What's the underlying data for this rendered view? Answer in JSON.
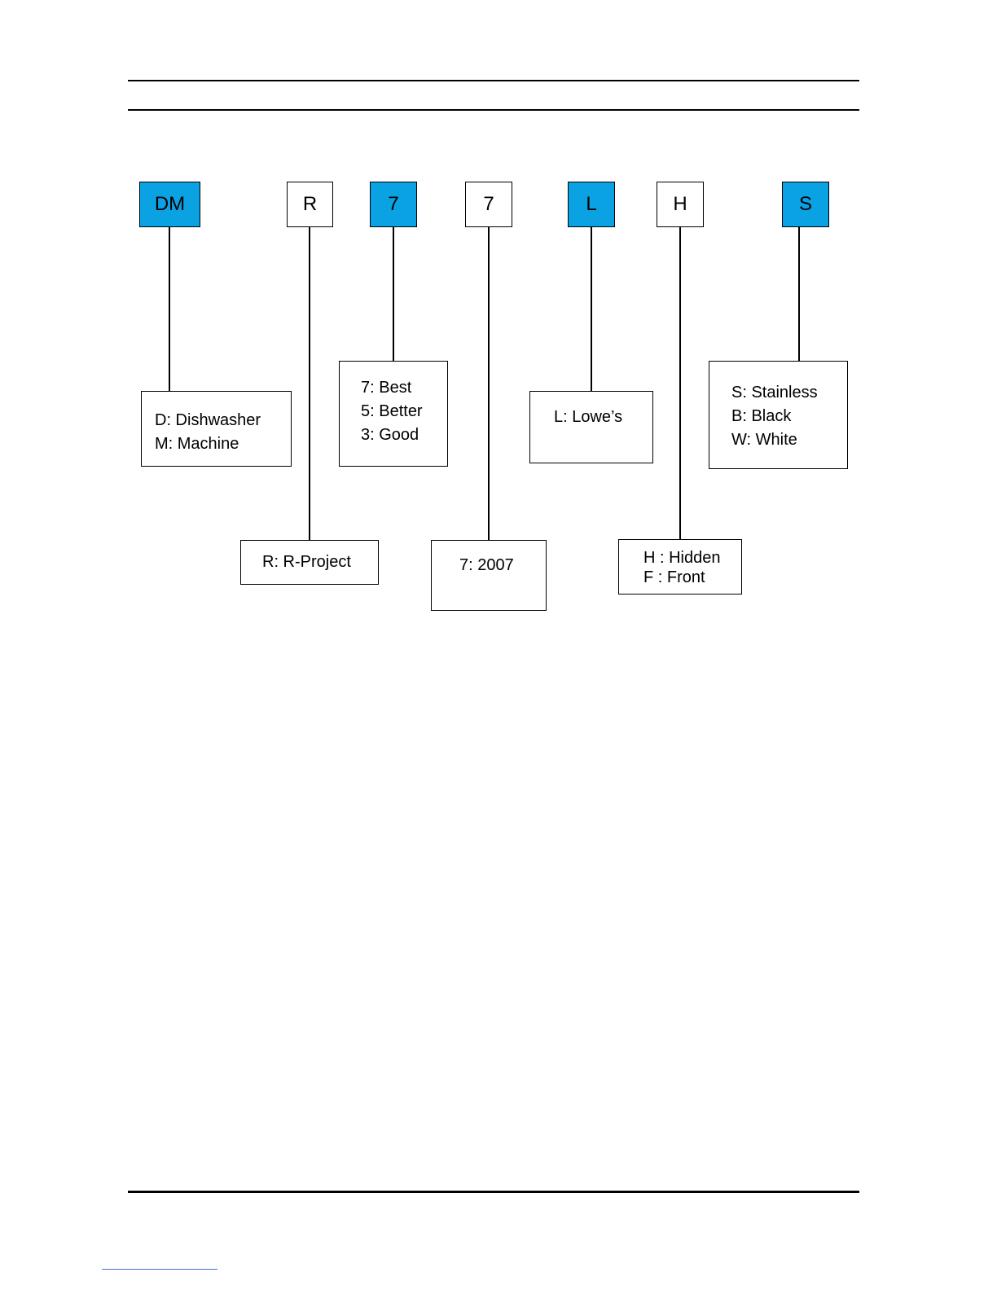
{
  "code_letters": [
    {
      "id": "dm",
      "label": "DM",
      "highlighted": true
    },
    {
      "id": "r",
      "label": "R",
      "highlighted": false
    },
    {
      "id": "7a",
      "label": "7",
      "highlighted": true
    },
    {
      "id": "7b",
      "label": "7",
      "highlighted": false
    },
    {
      "id": "l",
      "label": "L",
      "highlighted": true
    },
    {
      "id": "h",
      "label": "H",
      "highlighted": false
    },
    {
      "id": "s",
      "label": "S",
      "highlighted": true
    }
  ],
  "descriptions": {
    "dm": [
      "D: Dishwasher",
      "M: Machine"
    ],
    "r": [
      "R: R-Project"
    ],
    "7a": [
      "7: Best",
      "5: Better",
      "3: Good"
    ],
    "7b": [
      "7: 2007"
    ],
    "l": [
      "L: Lowe’s"
    ],
    "h": [
      "H : Hidden",
      "F : Front"
    ],
    "s": [
      "S: Stainless",
      "B: Black",
      "W: White"
    ]
  },
  "colors": {
    "highlight": "#0aa2e2",
    "line": "#000000"
  }
}
